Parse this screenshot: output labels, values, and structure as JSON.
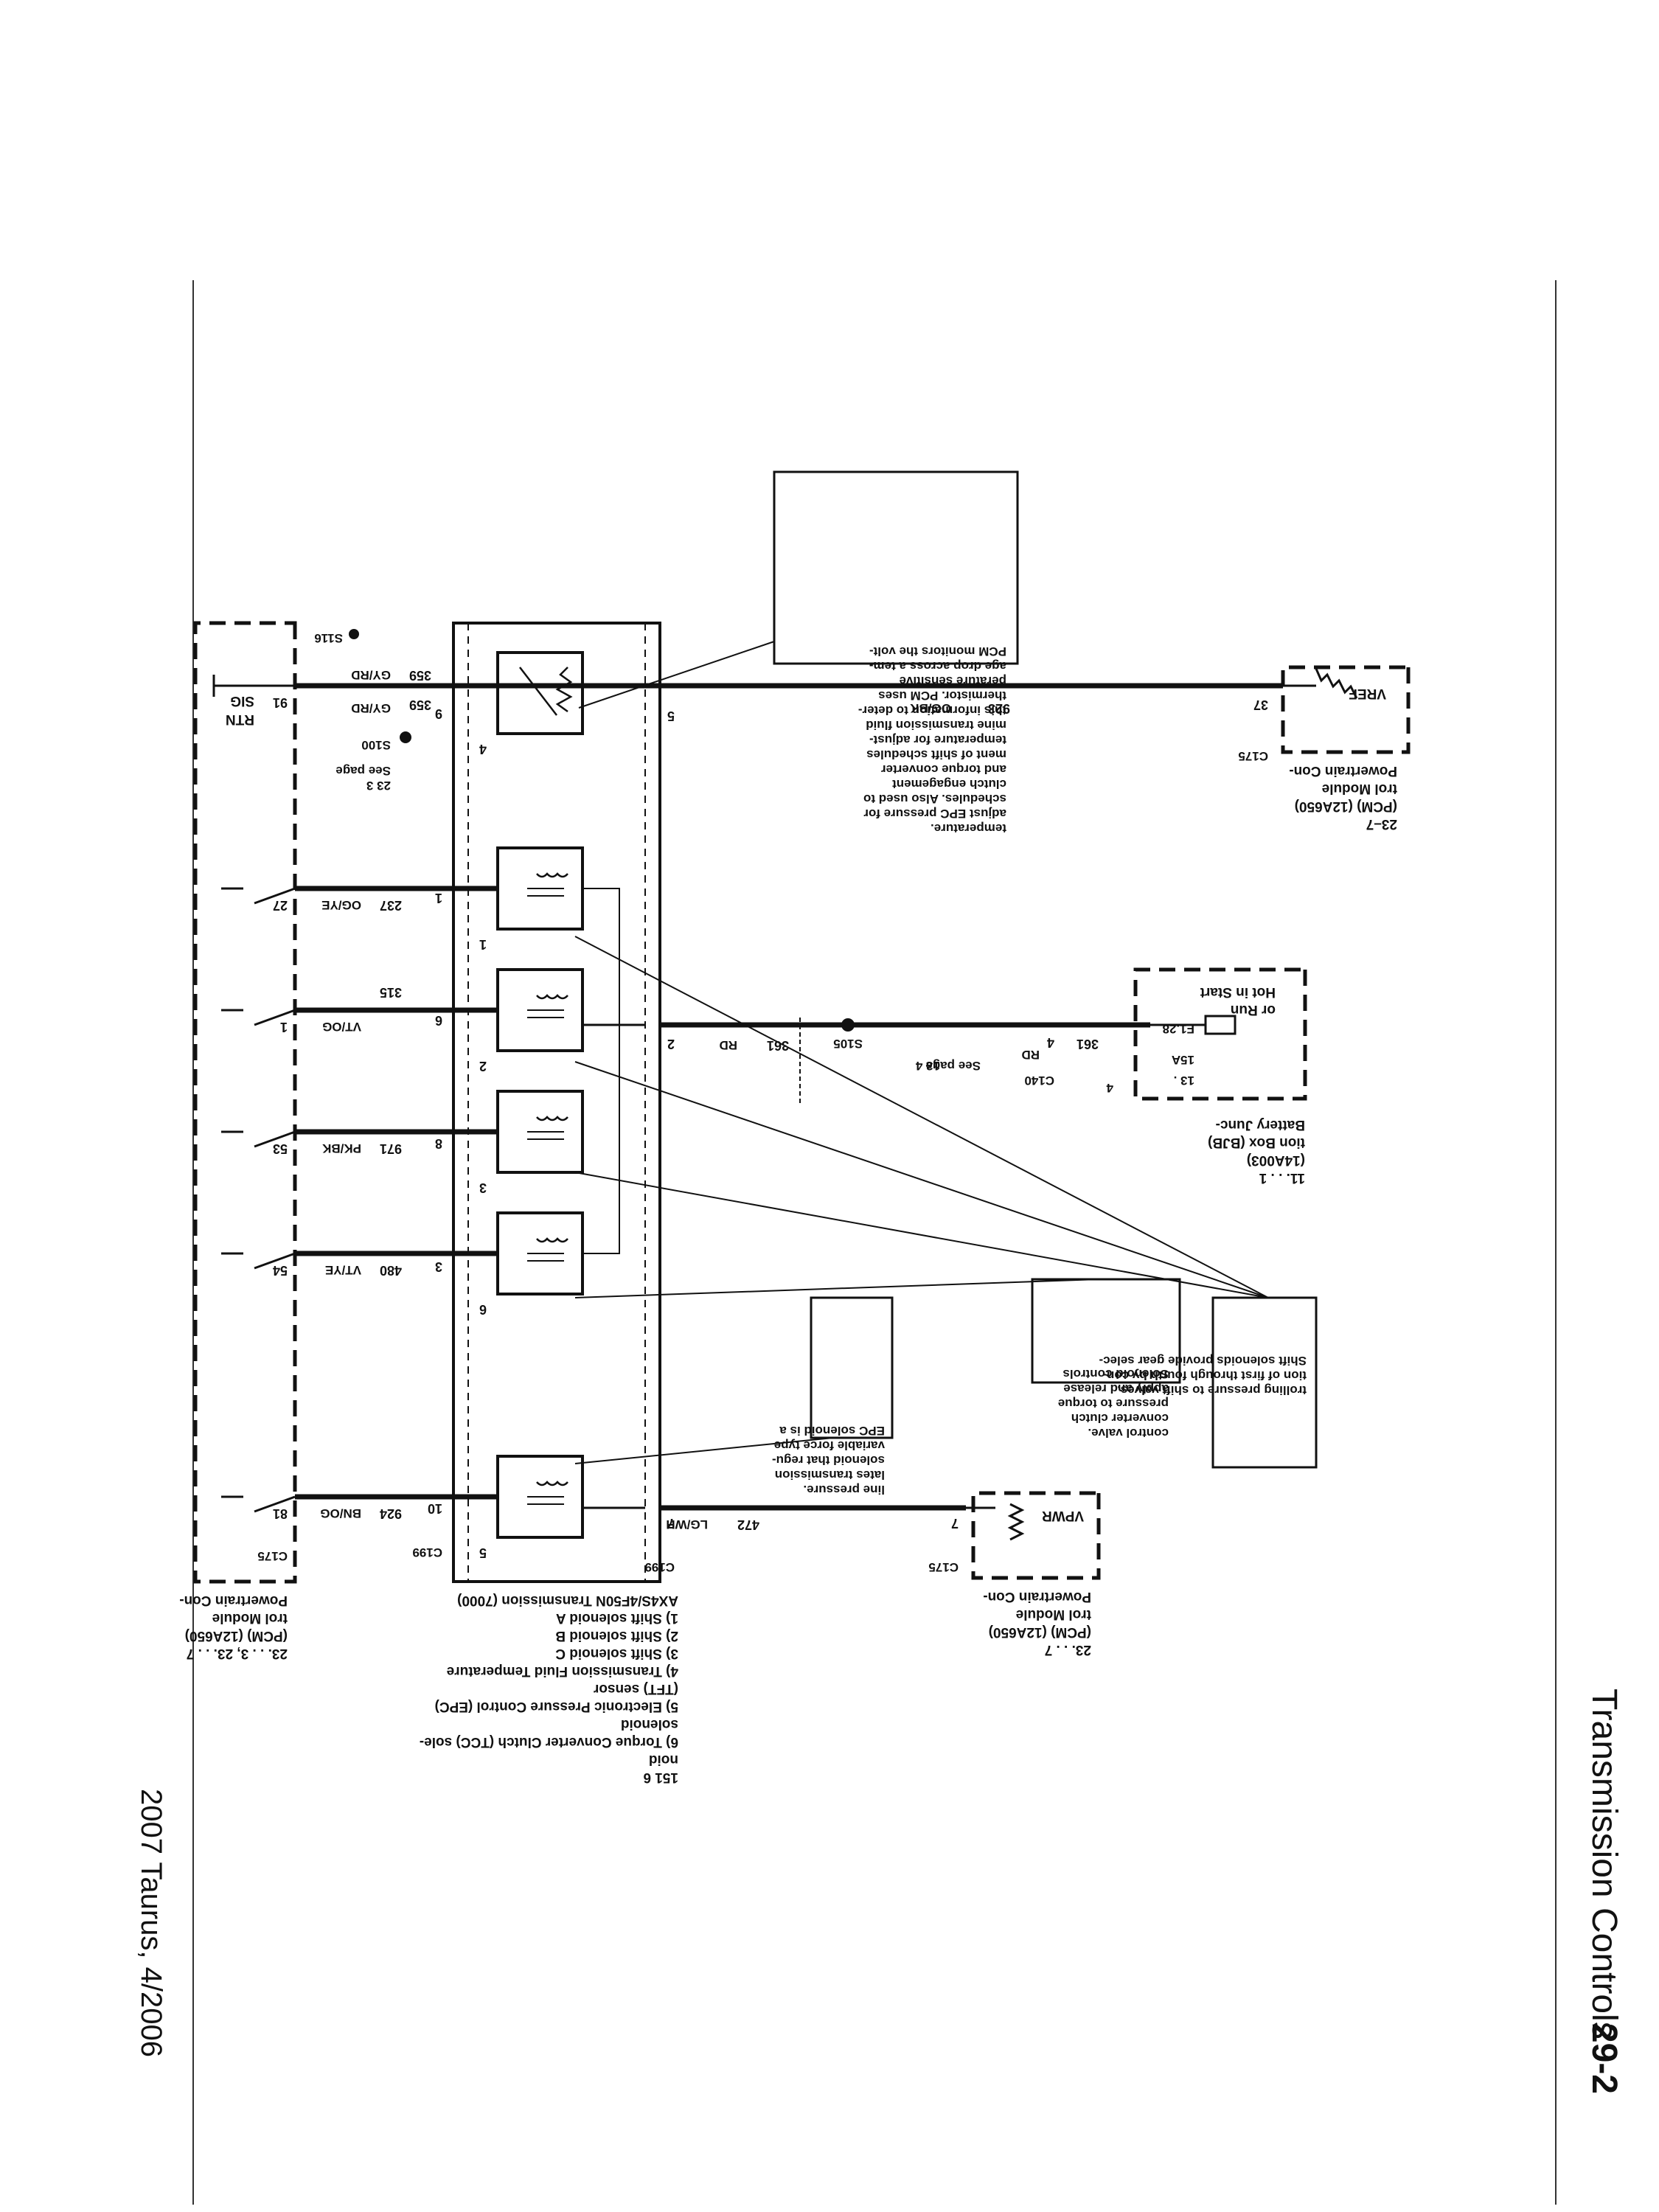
{
  "header": {
    "section_title": "Transmission Controls",
    "page_number": "29-2"
  },
  "footer": {
    "vehicle_date": "2007 Taurus, 4/2006"
  },
  "components": {
    "pcm_top_left": {
      "title_lines": [
        "Powertrain Con-",
        "trol Module",
        "(PCM) (12A650)",
        "23–7"
      ],
      "signal": "VREF",
      "pin": "37",
      "connector": "C175"
    },
    "bjb": {
      "title_lines": [
        "Battery Junc-",
        "tion Box (BJB)",
        "(14A003)",
        "11.   .   .   1"
      ],
      "hot_lines": [
        "Hot in Start",
        "or Run"
      ],
      "fuse": "F1.28",
      "rating": "15A",
      "ref": "13 .",
      "ref_num": "4"
    },
    "pcm_top_right": {
      "title_lines": [
        "Powertrain Con-",
        "trol Module",
        "(PCM) (12A650)",
        "23.   .   .   7"
      ],
      "signal": "VPWR",
      "pin": "7",
      "connector": "C175"
    },
    "pcm_bottom": {
      "title_lines": [
        "Powertrain Con-",
        "trol Module",
        "(PCM) (12A650)",
        "23.   .   .   3, 23.   .   .   7"
      ],
      "signal_sig": "SIG",
      "signal_rtn": "RTN",
      "connector": "C175"
    },
    "transmission": {
      "connector": "C199",
      "legend_title": "AX4S/4F50N Transmission (7000)",
      "legend_items": [
        "1)  Shift solenoid A",
        "2)  Shift solenoid B",
        "3)  Shift solenoid C",
        "4)  Transmission Fluid Temperature",
        "      (TFT) sensor",
        "5)  Electronic Pressure Control (EPC)",
        "      solenoid",
        "6)  Torque Converter Clutch (TCC) sole-",
        "      noid",
        "151    6"
      ]
    }
  },
  "circuits": {
    "c923": {
      "number": "923",
      "color": "OG/BK"
    },
    "c361_top": {
      "number": "361",
      "color": "RD"
    },
    "c361_bottom": {
      "number": "361",
      "color": "RD"
    },
    "c472": {
      "number": "472",
      "color": "LG/WH"
    },
    "c359_top": {
      "number": "359",
      "color": "GY/RD"
    },
    "c359_bottom": {
      "number": "359",
      "color": "GY/RD"
    },
    "c237": {
      "number": "237",
      "color": "OG/YE"
    },
    "c315": {
      "number": "315",
      "color": "VT/OG"
    },
    "c971": {
      "number": "971",
      "color": "PK/BK"
    },
    "c480": {
      "number": "480",
      "color": "VT/YE"
    },
    "c924": {
      "number": "924",
      "color": "BN/OG"
    }
  },
  "connectors": {
    "c140": "C140",
    "c140_pin": "4",
    "c140_see": "See page",
    "c140_ref": "13          4",
    "s105": "S105",
    "s100": "S100",
    "s100_see": "See page",
    "s100_ref": "23          3",
    "s116": "S116"
  },
  "pins": {
    "trans_top_5": "5",
    "trans_top_2": "2",
    "trans_top_7": "7",
    "trans_bot_9": "9",
    "trans_bot_1": "1",
    "trans_bot_6": "6",
    "trans_bot_8": "8",
    "trans_bot_3": "3",
    "trans_bot_10": "10",
    "pcm_91": "91",
    "pcm_27": "27",
    "pcm_1": "1",
    "pcm_53": "53",
    "pcm_54": "54",
    "pcm_81": "81"
  },
  "solenoid_numbers": {
    "tft": "4",
    "sa": "1",
    "sb": "2",
    "sc": "3",
    "tcc": "6",
    "epc": "5"
  },
  "notes": {
    "tft_note": [
      "PCM monitors the volt-",
      "age drop across a tem-",
      "perature      sensitive",
      "thermistor. PCM uses",
      "this information to deter-",
      "mine transmission fluid",
      "temperature for adjust-",
      "ment of shift schedules",
      "and torque converter",
      "clutch engagement",
      "schedules. Also used to",
      "adjust EPC pressure for",
      "temperature."
    ],
    "shift_note": [
      "Shift solenoids provide gear selec-",
      "tion of first through fourth by con-",
      "trolling pressure to shift valves."
    ],
    "tcc_note": [
      "Solenoid controls",
      "apply and release",
      "pressure to torque",
      "converter clutch",
      "control valve."
    ],
    "epc_note": [
      "EPC solenoid is a",
      "variable         force type",
      "solenoid that regu-",
      "lates transmission",
      "line pressure."
    ]
  }
}
